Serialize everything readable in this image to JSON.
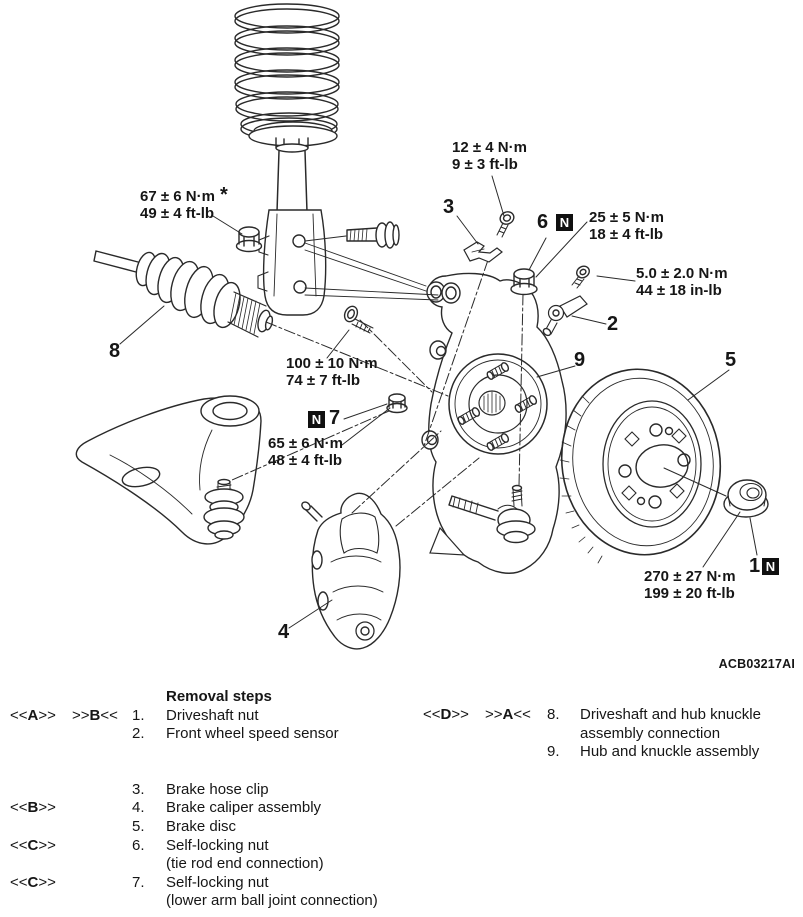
{
  "figure": {
    "image_code": "ACB03217AI",
    "note_symbol": "*",
    "n_symbol": "N",
    "torques": {
      "strut_nut": {
        "metric": "67 ± 6 N·m",
        "imperial": "49 ± 4 ft-lb"
      },
      "sensor_harness_bolt": {
        "metric": "12 ± 4 N·m",
        "imperial": "9 ± 3 ft-lb"
      },
      "tie_rod_nut": {
        "metric": "25 ± 5 N·m",
        "imperial": "18 ± 4 ft-lb"
      },
      "speed_sensor_bolt": {
        "metric": "5.0 ± 2.0 N·m",
        "imperial": "44 ± 18 in-lb"
      },
      "strut_knuckle_bolt": {
        "metric": "100 ± 10 N·m",
        "imperial": "74 ± 7 ft-lb"
      },
      "ball_joint_nut": {
        "metric": "65 ± 6 N·m",
        "imperial": "48 ± 4 ft-lb"
      },
      "driveshaft_nut": {
        "metric": "270 ± 27 N·m",
        "imperial": "199 ± 20 ft-lb"
      }
    },
    "part_numbers": {
      "n1": "1",
      "n2": "2",
      "n3": "3",
      "n4": "4",
      "n5": "5",
      "n6": "6",
      "n7": "7",
      "n8": "8",
      "n9": "9"
    }
  },
  "legend": {
    "title": "Removal steps",
    "r1": {
      "m1l": "<<",
      "m1b": "A",
      "m1r": ">>",
      "m2l": ">>",
      "m2b": "B",
      "m2r": "<<",
      "num": "1.",
      "text": "Driveshaft nut"
    },
    "r2": {
      "num": "2.",
      "text": "Front wheel speed sensor"
    },
    "r3": {
      "num": "3.",
      "text": "Brake hose clip"
    },
    "r4": {
      "m1l": "<<",
      "m1b": "B",
      "m1r": ">>",
      "num": "4.",
      "text": "Brake caliper assembly"
    },
    "r5": {
      "num": "5.",
      "text": "Brake disc"
    },
    "r6": {
      "m1l": "<<",
      "m1b": "C",
      "m1r": ">>",
      "num": "6.",
      "text": "Self-locking nut",
      "text2": "(tie rod end connection)"
    },
    "r7": {
      "m1l": "<<",
      "m1b": "C",
      "m1r": ">>",
      "num": "7.",
      "text": "Self-locking nut",
      "text2": "(lower arm ball joint connection)"
    },
    "r8": {
      "m1l": "<<",
      "m1b": "D",
      "m1r": ">>",
      "m2l": ">>",
      "m2b": "A",
      "m2r": "<<",
      "num": "8.",
      "text": "Driveshaft and hub knuckle",
      "text2": "assembly connection"
    },
    "r9": {
      "num": "9.",
      "text": "Hub and knuckle assembly"
    }
  }
}
